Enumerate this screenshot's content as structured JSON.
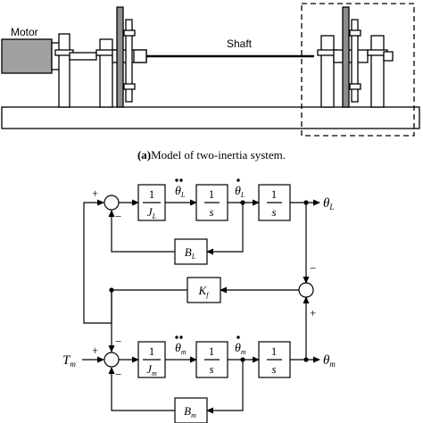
{
  "mechanical": {
    "motor_label": "Motor",
    "shaft_label": "Shaft",
    "caption_tag": "(a)",
    "caption_text": "Model of two-inertia system."
  },
  "load_loop": {
    "gain_numerator": "1",
    "gain_symbol": "J",
    "gain_subscript": "L",
    "int1_numerator": "1",
    "int1_denominator": "s",
    "int2_numerator": "1",
    "int2_denominator": "s",
    "accel_symbol": "θ",
    "accel_subscript": "L",
    "vel_symbol": "θ",
    "vel_subscript": "L",
    "output_symbol": "θ",
    "output_subscript": "L",
    "damping_symbol": "B",
    "damping_subscript": "L",
    "sum_plus": "+",
    "sum_minus": "−"
  },
  "coupling": {
    "stiffness_symbol": "K",
    "stiffness_subscript": "f",
    "sum_top_sign": "−",
    "sum_bottom_sign": "+"
  },
  "motor_loop": {
    "input_symbol": "T",
    "input_subscript": "m",
    "gain_numerator": "1",
    "gain_symbol": "J",
    "gain_subscript": "m",
    "int1_numerator": "1",
    "int1_denominator": "s",
    "int2_numerator": "1",
    "int2_denominator": "s",
    "accel_symbol": "θ",
    "accel_subscript": "m",
    "vel_symbol": "θ",
    "vel_subscript": "m",
    "output_symbol": "θ",
    "output_subscript": "m",
    "damping_symbol": "B",
    "damping_subscript": "m",
    "sum_plus_input": "+",
    "sum_minus_top": "−",
    "sum_minus_bottom": "−"
  },
  "colors": {
    "stroke": "#000000",
    "motor_fill": "#a0a0a0",
    "disk_fill": "#8c8c8c",
    "support_fill": "#ffffff"
  }
}
